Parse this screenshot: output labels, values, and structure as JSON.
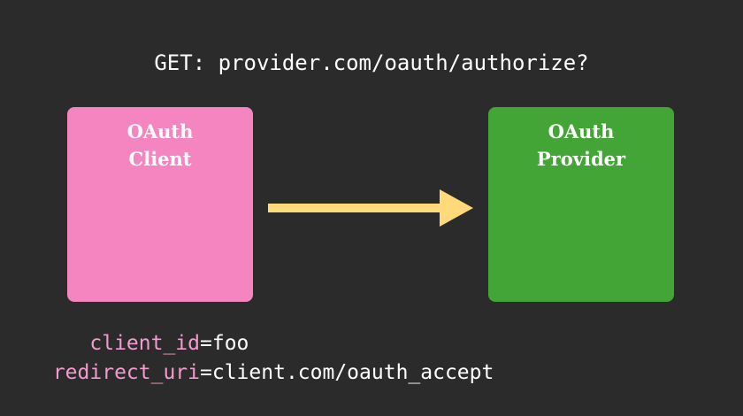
{
  "request": {
    "text": "GET: provider.com/oauth/authorize?"
  },
  "client_box": {
    "line1": "OAuth",
    "line2": "Client",
    "color": "#f585c0"
  },
  "provider_box": {
    "line1": "OAuth",
    "line2": "Provider",
    "color": "#43a535"
  },
  "arrow": {
    "icon": "right-arrow-icon",
    "color": "#ffd97a"
  },
  "params": {
    "key_color": "#f59ad0",
    "items": [
      {
        "key": "client_id",
        "eq": "=",
        "value": "foo"
      },
      {
        "key": "redirect_uri",
        "eq": "=",
        "value": "client.com/oauth_accept"
      }
    ]
  }
}
